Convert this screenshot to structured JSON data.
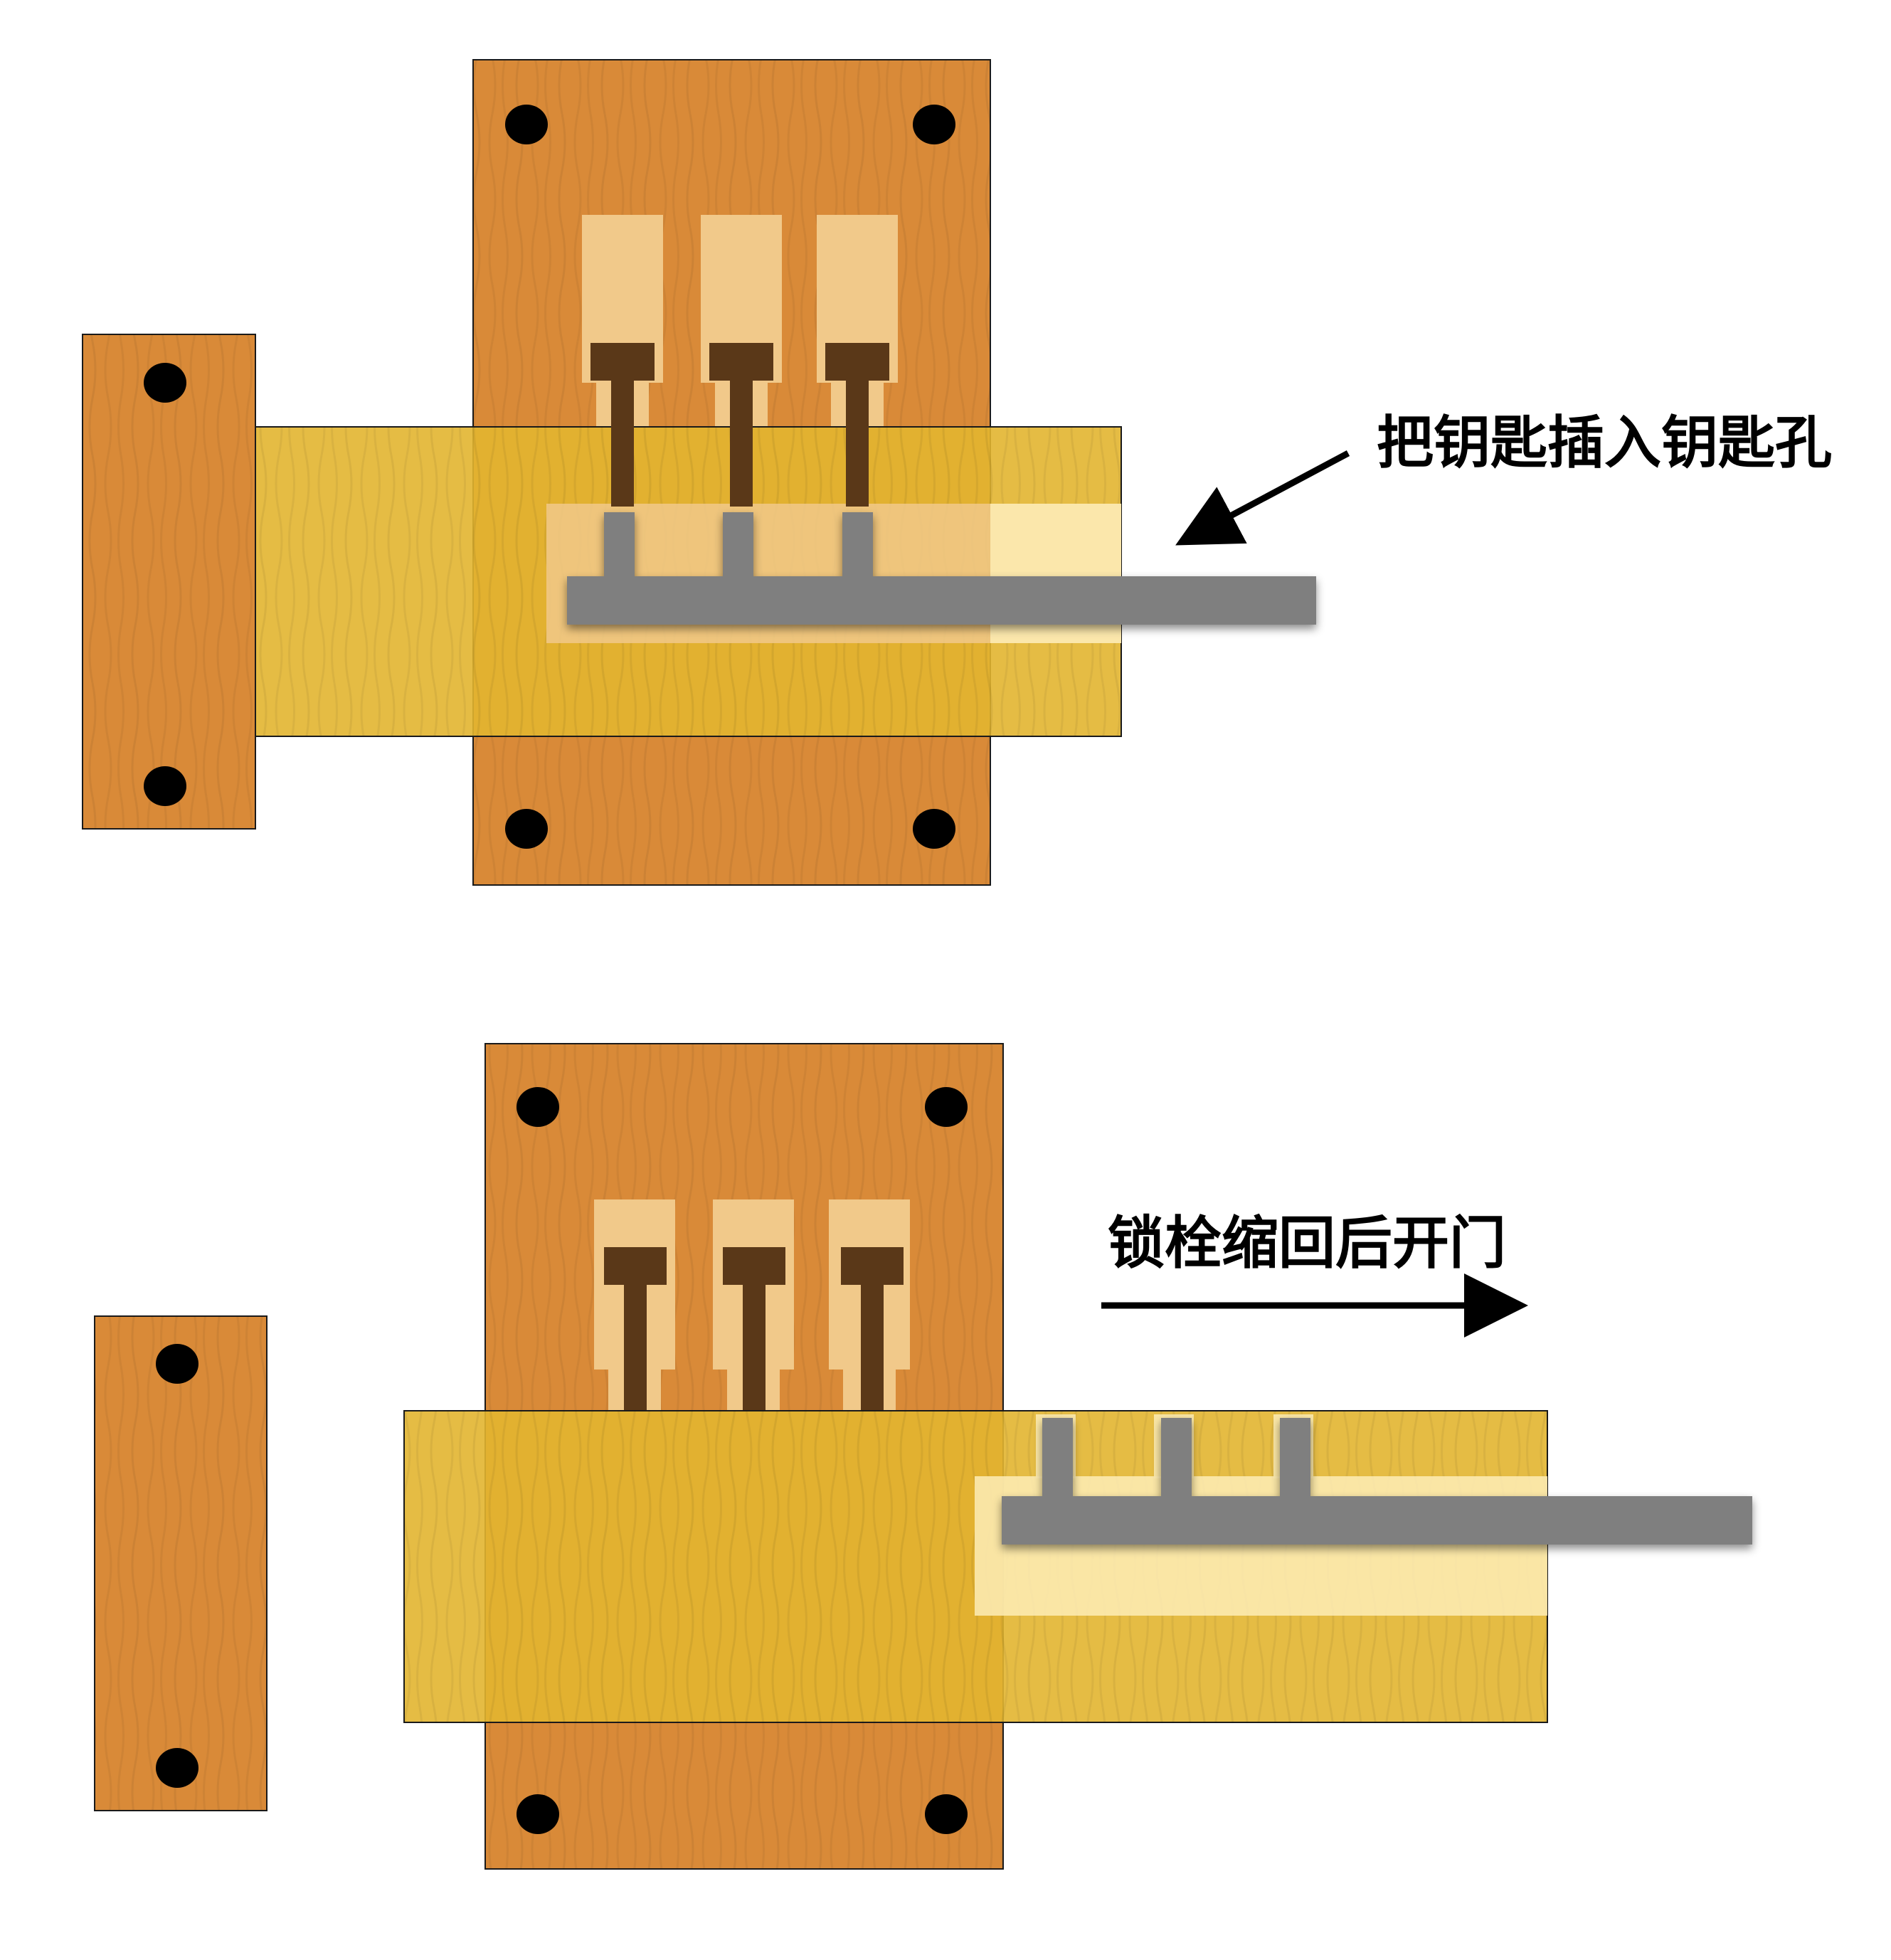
{
  "colors": {
    "wood_orange": "#D98A38",
    "bolt_yellow": "#E2B530",
    "chamber_light": "#F1C98A",
    "keyway_light": "#FCEAB0",
    "pin_dark": "#5A3818",
    "key_gray": "#7F7F7F",
    "screw_black": "#000000",
    "outline": "#1a1a1a"
  },
  "panels": [
    {
      "id": "insert",
      "caption": "把钥匙插入钥匙孔",
      "arrow_direction": "down-left",
      "bolt_state": "locked",
      "key_state": "inserted"
    },
    {
      "id": "retract",
      "caption": "锁栓缩回后开门",
      "arrow_direction": "right",
      "bolt_state": "retracted",
      "key_state": "withdrawn-with-bolt"
    }
  ],
  "pins_per_lock": 3
}
